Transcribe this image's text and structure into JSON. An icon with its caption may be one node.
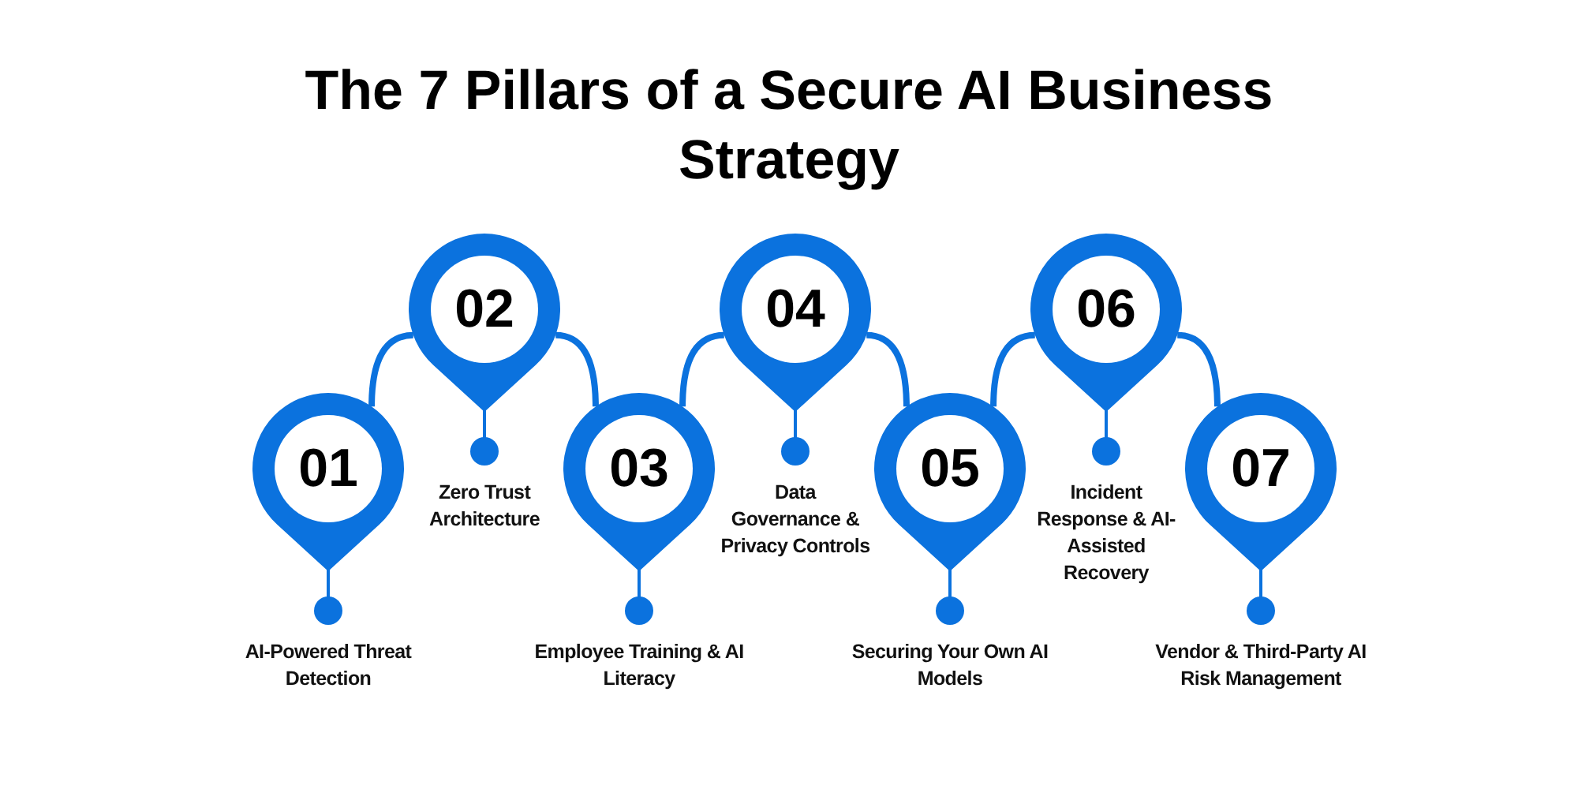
{
  "diagram": {
    "title": "The 7 Pillars of a Secure AI Business Strategy",
    "nodes": [
      {
        "text": [
          "01",
          "AI-Powered Threat Detection"
        ]
      },
      {
        "text": [
          "02",
          "Zero Trust Architecture"
        ]
      },
      {
        "text": [
          "03",
          "Employee Training & AI Literacy"
        ]
      },
      {
        "text": [
          "04",
          "Data Governance & Privacy Controls"
        ]
      },
      {
        "text": [
          "05",
          "Securing Your Own AI Models"
        ]
      },
      {
        "text": [
          "06",
          "Incident Response & AI-Assisted Recovery"
        ]
      },
      {
        "text": [
          "07",
          "Vendor & Third-Party AI Risk Management"
        ]
      }
    ],
    "edges": [
      {
        "from": 0,
        "to": 1,
        "arrow": "none"
      },
      {
        "from": 1,
        "to": 2,
        "arrow": "none"
      },
      {
        "from": 2,
        "to": 3,
        "arrow": "none"
      },
      {
        "from": 3,
        "to": 4,
        "arrow": "none"
      },
      {
        "from": 4,
        "to": 5,
        "arrow": "none"
      },
      {
        "from": 5,
        "to": 6,
        "arrow": "none"
      }
    ]
  }
}
